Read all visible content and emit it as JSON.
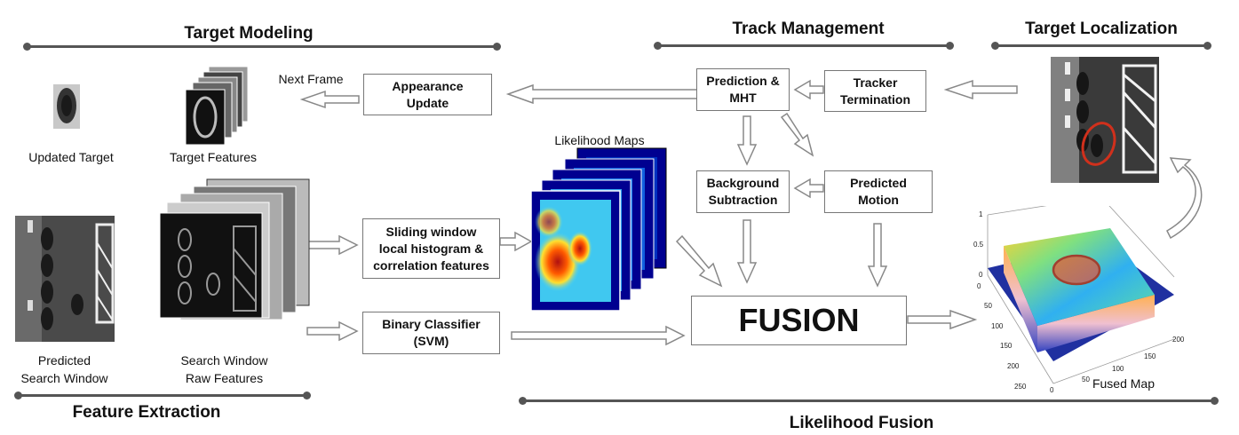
{
  "headings": {
    "target_modeling": "Target Modeling",
    "track_management": "Track Management",
    "target_localization": "Target Localization",
    "feature_extraction": "Feature Extraction",
    "likelihood_fusion": "Likelihood Fusion"
  },
  "captions": {
    "updated_target": "Updated Target",
    "target_features": "Target Features",
    "next_frame": "Next Frame",
    "predicted_search_window": "Predicted\nSearch Window",
    "search_window_raw_features": "Search Window\nRaw Features",
    "likelihood_maps": "Likelihood Maps",
    "fused_map": "Fused Map"
  },
  "boxes": {
    "appearance_update": "Appearance\nUpdate",
    "prediction_mht": "Prediction  &\nMHT",
    "tracker_termination": "Tracker\nTermination",
    "background_subtraction": "Background\nSubtraction",
    "predicted_motion": "Predicted\nMotion",
    "sliding_window": "Sliding window\nlocal histogram &\ncorrelation features",
    "binary_classifier": "Binary Classifier\n(SVM)",
    "fusion": "FUSION"
  },
  "plot_axes": {
    "z_ticks": [
      "1",
      "0.5",
      "0"
    ],
    "y_ticks": [
      "0",
      "50",
      "100",
      "150",
      "200",
      "250"
    ],
    "x_ticks": [
      "0",
      "50",
      "100",
      "150",
      "200"
    ]
  },
  "colors": {
    "rule": "#555555",
    "box_border": "#777777",
    "arrow": "#888888",
    "highlight_circle": "#d0301c"
  }
}
